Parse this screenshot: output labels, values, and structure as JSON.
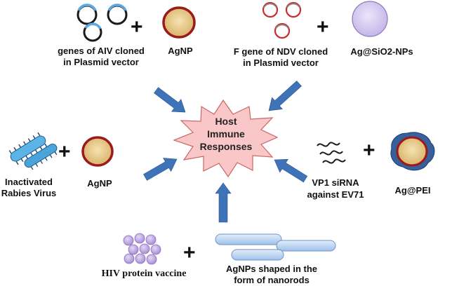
{
  "center": {
    "lines": [
      "Host",
      "Immune",
      "Responses"
    ]
  },
  "groups": {
    "aiv": {
      "left_label": [
        "genes of AIV cloned",
        "in Plasmid vector"
      ],
      "right_label": "AgNP"
    },
    "ndv": {
      "left_label": [
        "F gene of NDV cloned",
        "in Plasmid vector"
      ],
      "right_label": "Ag@SiO2-NPs"
    },
    "rabies": {
      "left_label": [
        "Inactivated",
        "Rabies Virus"
      ],
      "right_label": "AgNP"
    },
    "ev71": {
      "left_label": [
        "VP1 siRNA",
        "against EV71"
      ],
      "right_label": "Ag@PEI"
    },
    "hiv": {
      "left_label": "HIV protein vaccine",
      "right_label": [
        "AgNPs shaped in the",
        "form of nanorods"
      ]
    }
  },
  "plus_symbol": "+",
  "colors": {
    "arrow": "#3f73b8",
    "starburst_fill": "#f9c7c7",
    "starburst_stroke": "#cc6666",
    "agnp_fill": "#e8c98a",
    "agnp_stroke": "#9c1a1a",
    "sio2_fill": "#d8ccf0",
    "pei_fill": "#36609e",
    "plasmid_blue": "#5da8e0",
    "plasmid_red": "#cc2b2b",
    "hiv_fill": "#c6b2e6",
    "nanorod_fill": "#c6dbf5"
  }
}
